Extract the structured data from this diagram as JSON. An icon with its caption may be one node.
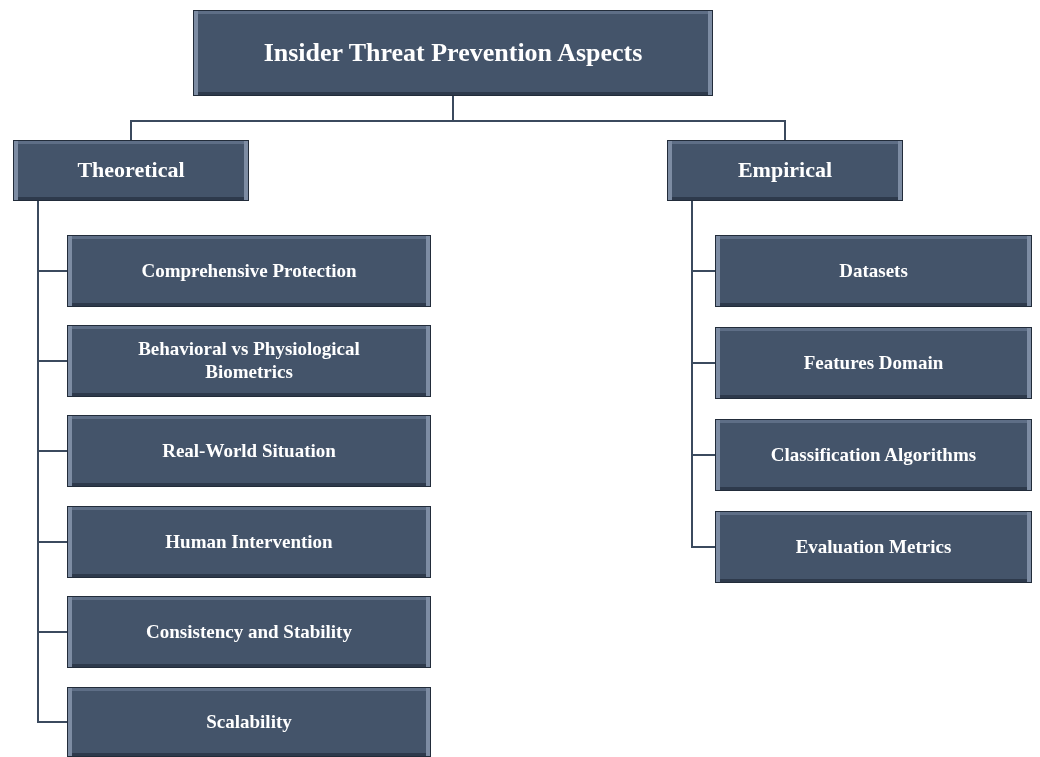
{
  "diagram": {
    "nodes": [
      {
        "text": [
          "Insider Threat Prevention Aspects"
        ]
      },
      {
        "text": [
          "Theoretical"
        ]
      },
      {
        "text": [
          "Empirical"
        ]
      },
      {
        "text": [
          "Comprehensive Protection"
        ]
      },
      {
        "text": [
          "Behavioral vs Physiological Biometrics"
        ]
      },
      {
        "text": [
          "Real-World Situation"
        ]
      },
      {
        "text": [
          "Human Intervention"
        ]
      },
      {
        "text": [
          "Consistency and Stability"
        ]
      },
      {
        "text": [
          "Scalability"
        ]
      },
      {
        "text": [
          "Datasets"
        ]
      },
      {
        "text": [
          "Features Domain"
        ]
      },
      {
        "text": [
          "Classification Algorithms"
        ]
      },
      {
        "text": [
          "Evaluation Metrics"
        ]
      }
    ],
    "edges": [
      {
        "from": 0,
        "to": 1,
        "arrow": "none"
      },
      {
        "from": 0,
        "to": 2,
        "arrow": "none"
      },
      {
        "from": 1,
        "to": 3,
        "arrow": "none"
      },
      {
        "from": 1,
        "to": 4,
        "arrow": "none"
      },
      {
        "from": 1,
        "to": 5,
        "arrow": "none"
      },
      {
        "from": 1,
        "to": 6,
        "arrow": "none"
      },
      {
        "from": 1,
        "to": 7,
        "arrow": "none"
      },
      {
        "from": 1,
        "to": 8,
        "arrow": "none"
      },
      {
        "from": 2,
        "to": 9,
        "arrow": "none"
      },
      {
        "from": 2,
        "to": 10,
        "arrow": "none"
      },
      {
        "from": 2,
        "to": 11,
        "arrow": "none"
      },
      {
        "from": 2,
        "to": 12,
        "arrow": "none"
      }
    ]
  }
}
